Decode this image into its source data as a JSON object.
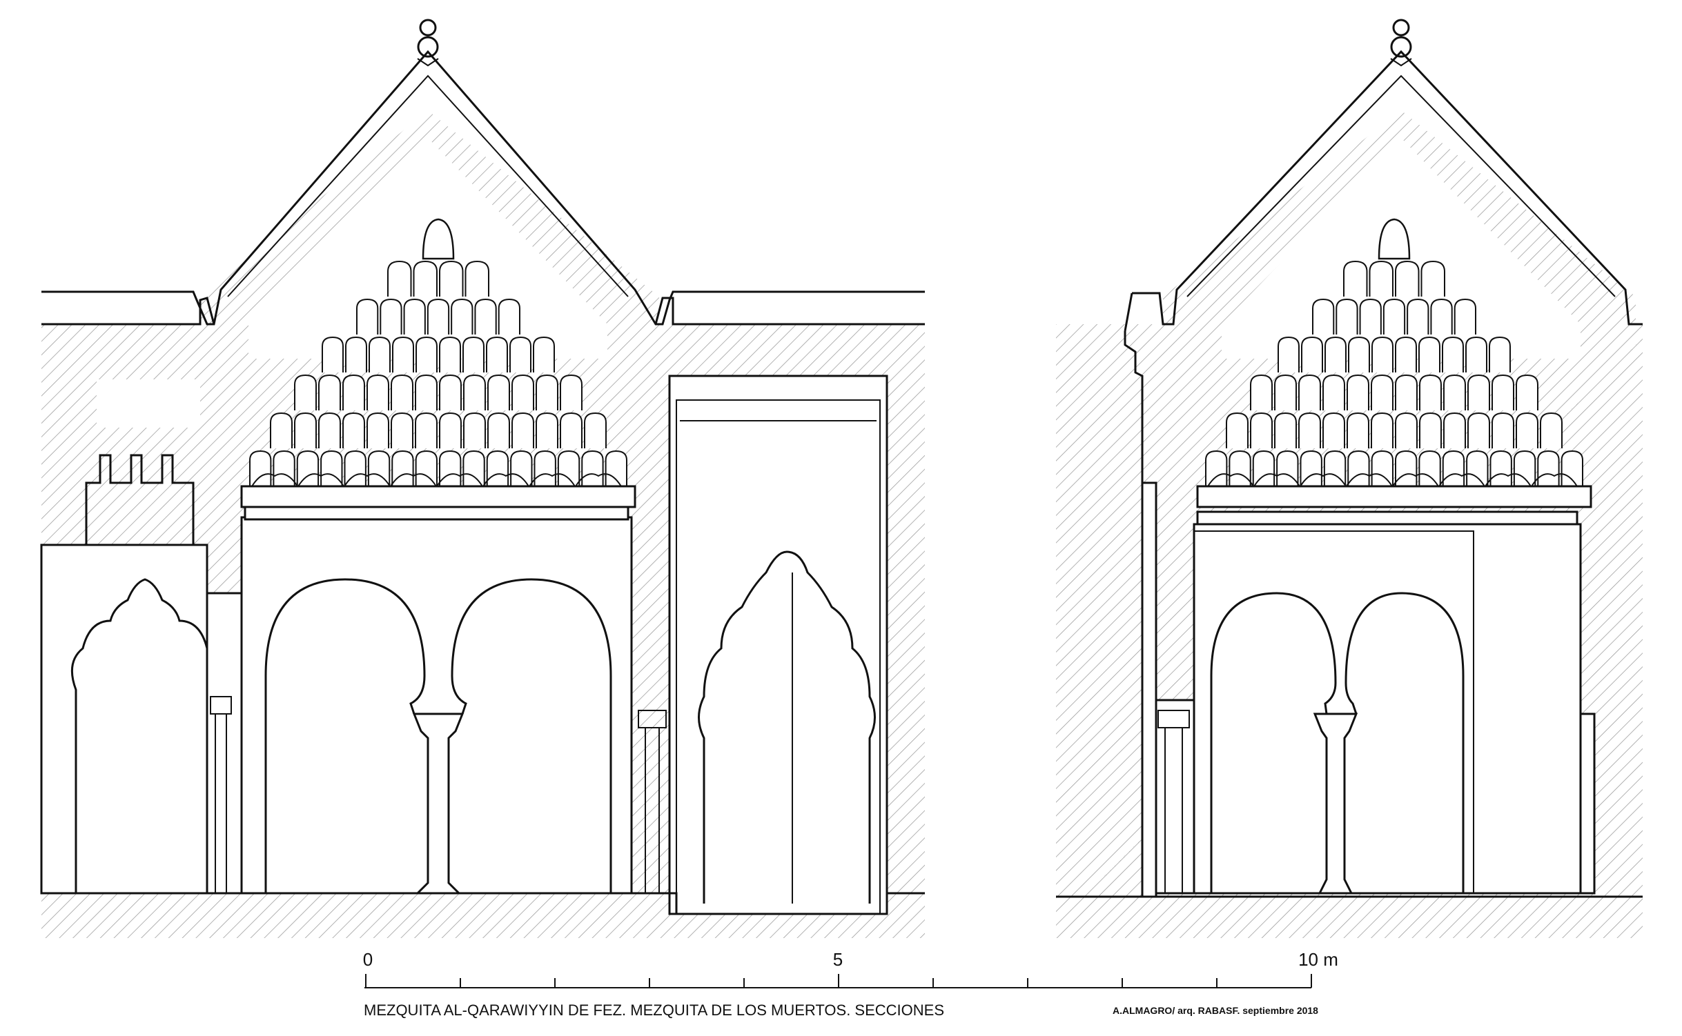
{
  "scale_bar": {
    "labels": [
      "0",
      "5",
      "10 m"
    ],
    "values_m": [
      0,
      5,
      10
    ],
    "subdivision_m": 1
  },
  "caption": {
    "title": "MEZQUITA AL-QARAWIYYIN DE FEZ. MEZQUITA DE LOS MUERTOS. SECCIONES",
    "credit": "A.ALMAGRO/ arq.  RABASF.   septiembre 2018"
  },
  "colors": {
    "line": "#111111",
    "hatch": "#9a9a9a",
    "background": "#ffffff"
  }
}
